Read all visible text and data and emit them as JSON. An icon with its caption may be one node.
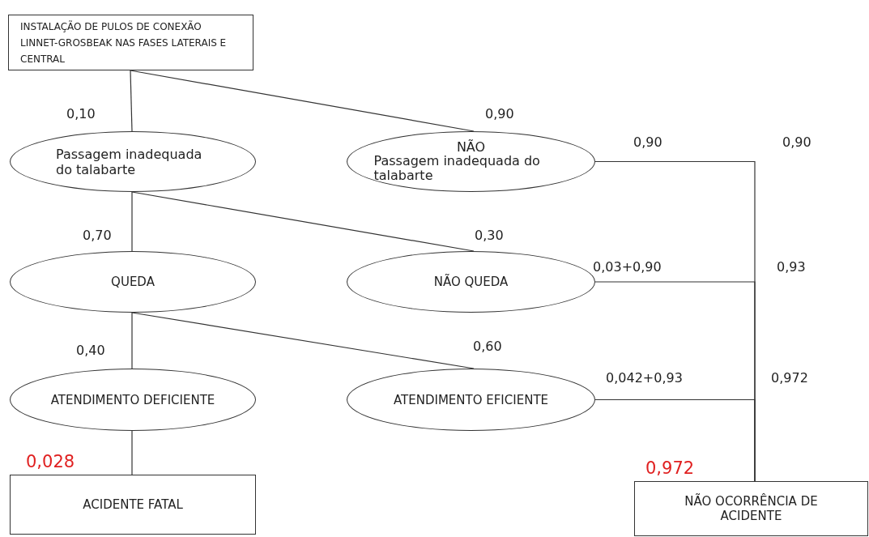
{
  "diagram": {
    "nodes": [
      {
        "text": [
          "INSTALAÇÃO DE PULOS DE CONEXÃO LINNET-GROSBEAK NAS FASES LATERAIS E CENTRAL"
        ]
      },
      {
        "text": [
          "Passagem inadequada do talabarte"
        ]
      },
      {
        "text": [
          "NÃO",
          "Passagem inadequada do talabarte"
        ]
      },
      {
        "text": [
          "QUEDA"
        ]
      },
      {
        "text": [
          "NÃO QUEDA"
        ]
      },
      {
        "text": [
          "ATENDIMENTO DEFICIENTE"
        ]
      },
      {
        "text": [
          "ATENDIMENTO EFICIENTE"
        ]
      },
      {
        "text": [
          "ACIDENTE FATAL"
        ],
        "beside": [
          "0,028"
        ]
      },
      {
        "text": [
          "NÃO OCORRÊNCIA DE ACIDENTE"
        ],
        "beside": [
          "0,972"
        ]
      }
    ],
    "edges": [
      {
        "from": 0,
        "to": 1,
        "arrow": "none",
        "label": "0,10"
      },
      {
        "from": 0,
        "to": 2,
        "arrow": "none",
        "label": "0,90"
      },
      {
        "from": 1,
        "to": 3,
        "arrow": "none",
        "label": "0,70"
      },
      {
        "from": 1,
        "to": 4,
        "arrow": "none",
        "label": "0,30"
      },
      {
        "from": 3,
        "to": 5,
        "arrow": "none",
        "label": "0,40"
      },
      {
        "from": 3,
        "to": 6,
        "arrow": "none",
        "label": "0,60"
      },
      {
        "from": 5,
        "to": 7,
        "arrow": "none"
      },
      {
        "from": 2,
        "to": 8,
        "arrow": "none",
        "label": "0,90"
      },
      {
        "from": 4,
        "to": 8,
        "arrow": "none",
        "label": "0,03+0,90"
      },
      {
        "from": 6,
        "to": 8,
        "arrow": "none",
        "label": "0,042+0,93"
      }
    ],
    "labels": [
      "0,90",
      "0,93",
      "0,972"
    ]
  }
}
